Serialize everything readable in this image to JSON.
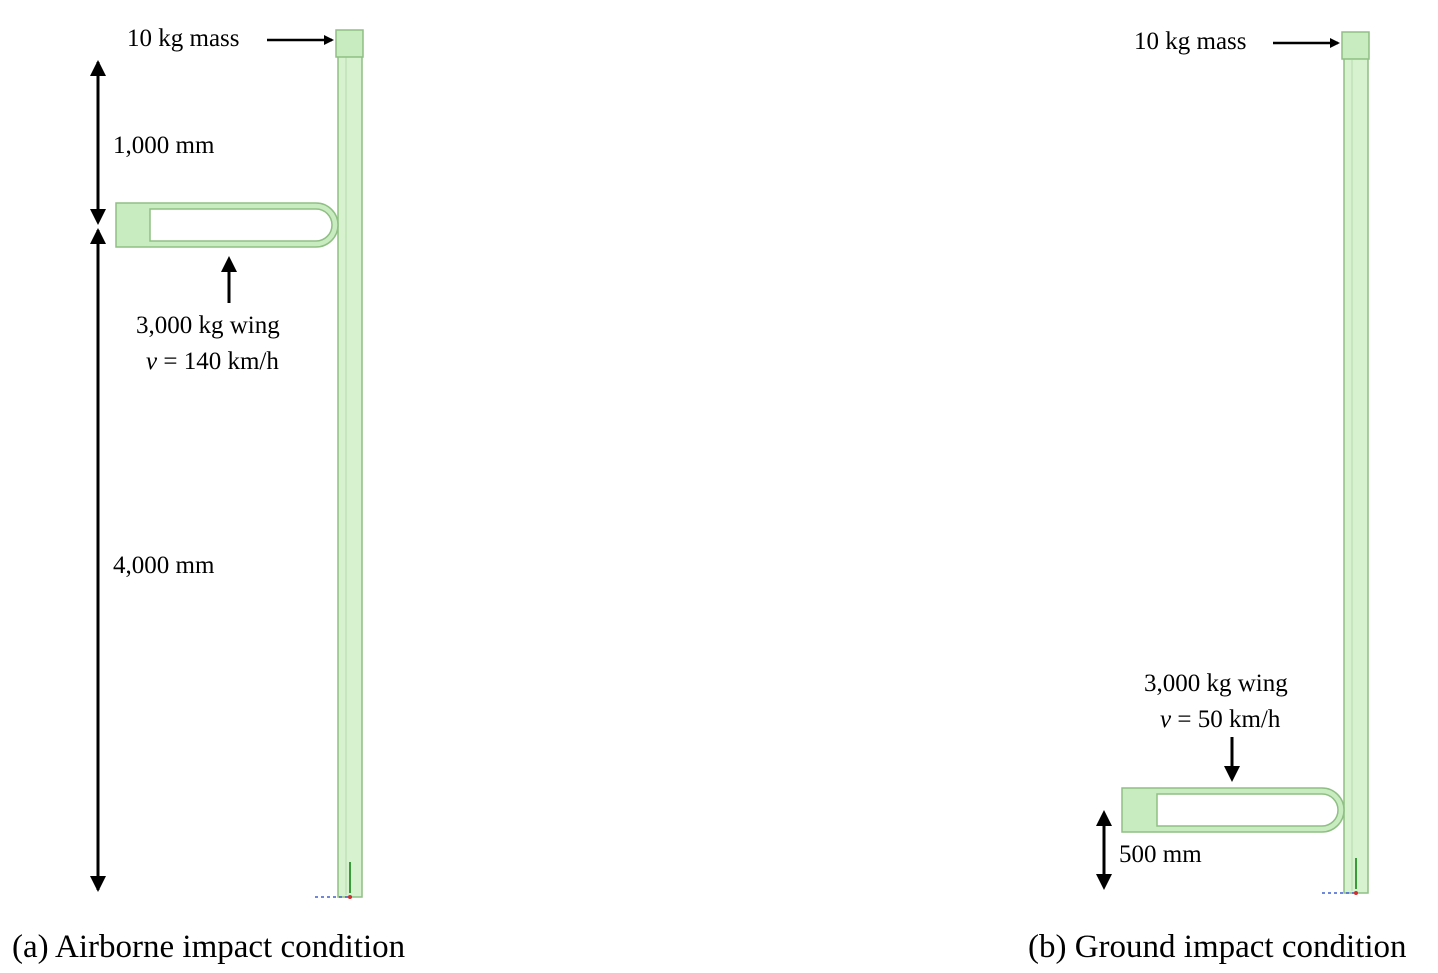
{
  "panels": [
    {
      "id": "a",
      "mass_label": "10 kg mass",
      "dim_top": "1,000 mm",
      "dim_bottom": "4,000 mm",
      "wing_label_1": "3,000 kg wing",
      "wing_label_2_var": "v",
      "wing_label_2_rest": " = 140 km/h",
      "caption": "(a) Airborne impact condition"
    },
    {
      "id": "b",
      "mass_label": "10 kg mass",
      "dim_bottom": "500 mm",
      "wing_label_1": "3,000 kg wing",
      "wing_label_2_var": "v",
      "wing_label_2_rest": " = 50 km/h",
      "caption": "(b) Ground impact condition"
    }
  ],
  "colors": {
    "pole_fill": "#d6f2cf",
    "pole_edge": "#8fbf84",
    "mass_fill": "#c8ecc0",
    "ink": "#000000"
  }
}
